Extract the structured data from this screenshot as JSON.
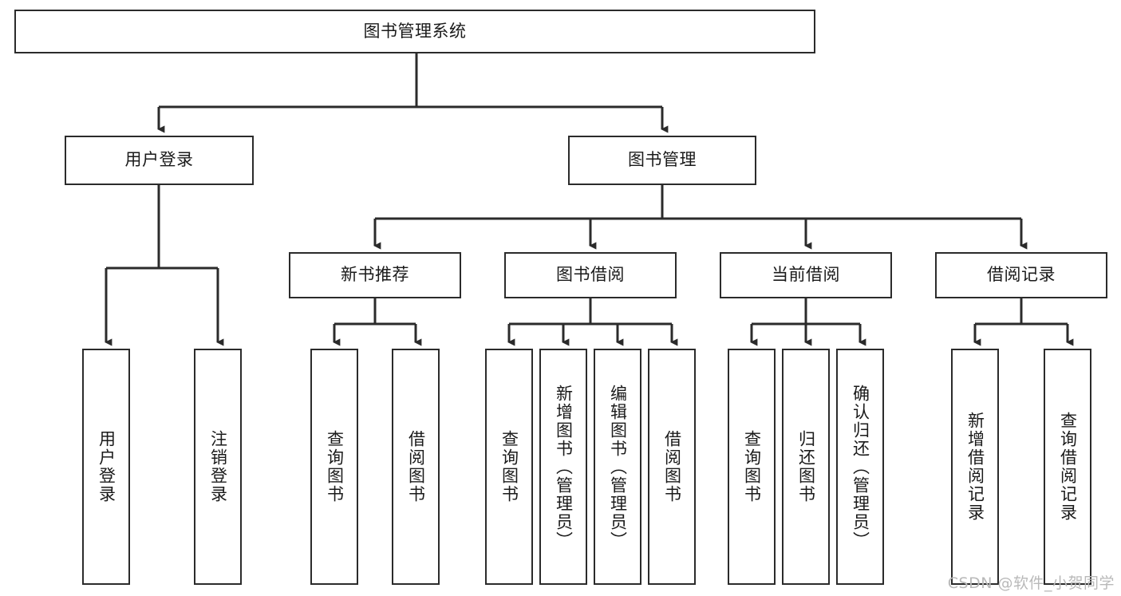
{
  "diagram": {
    "title_node": {
      "id": "root",
      "label": "图书管理系统"
    },
    "level2": [
      {
        "id": "user-login",
        "label": "用户登录"
      },
      {
        "id": "book-manage",
        "label": "图书管理"
      }
    ],
    "level3": [
      {
        "id": "new-book-rec",
        "label": "新书推荐"
      },
      {
        "id": "book-borrow",
        "label": "图书借阅"
      },
      {
        "id": "current-borrow",
        "label": "当前借阅"
      },
      {
        "id": "borrow-record",
        "label": "借阅记录"
      }
    ],
    "leaves": {
      "user_login": [
        {
          "id": "leaf-user-login",
          "label": "用户登录"
        },
        {
          "id": "leaf-logout",
          "label": "注销登录"
        }
      ],
      "new_book_rec": [
        {
          "id": "leaf-query-book-1",
          "label": "查询图书"
        },
        {
          "id": "leaf-borrow-book-1",
          "label": "借阅图书"
        }
      ],
      "book_borrow": [
        {
          "id": "leaf-query-book-2",
          "label": "查询图书"
        },
        {
          "id": "leaf-add-book",
          "label": "新增图书（管理员）"
        },
        {
          "id": "leaf-edit-book",
          "label": "编辑图书（管理员）"
        },
        {
          "id": "leaf-borrow-book-2",
          "label": "借阅图书"
        }
      ],
      "current_borrow": [
        {
          "id": "leaf-query-book-3",
          "label": "查询图书"
        },
        {
          "id": "leaf-return-book",
          "label": "归还图书"
        },
        {
          "id": "leaf-confirm-return",
          "label": "确认归还（管理员）"
        }
      ],
      "borrow_record": [
        {
          "id": "leaf-add-record",
          "label": "新增借阅记录"
        },
        {
          "id": "leaf-query-record",
          "label": "查询借阅记录"
        }
      ]
    }
  },
  "watermark": {
    "text": "CSDN @软件_小贺同学"
  },
  "colors": {
    "border": "#2b2b2b",
    "background": "#ffffff",
    "text": "#1a1a1a",
    "watermark": "#b9b9b9"
  }
}
